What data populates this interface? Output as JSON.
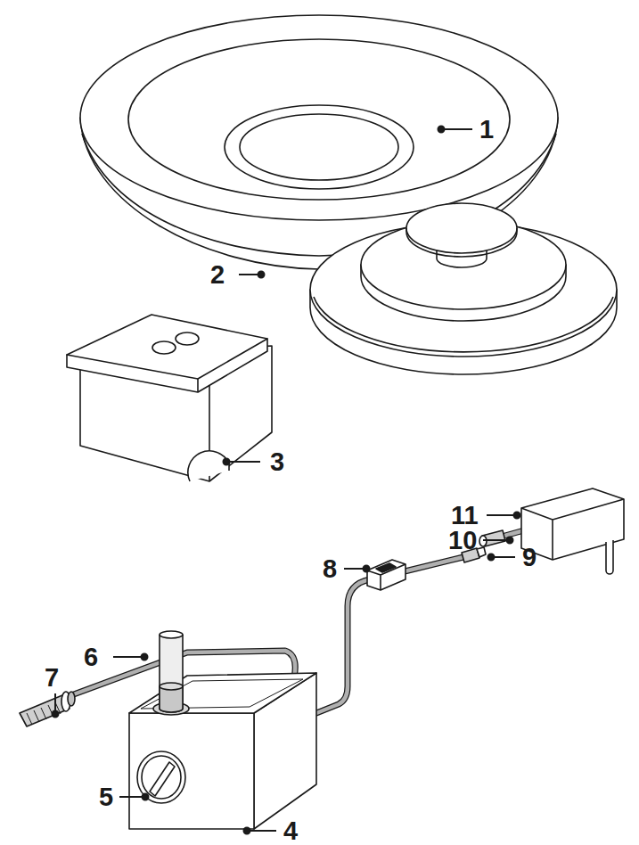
{
  "diagram": {
    "labels": [
      "1",
      "2",
      "3",
      "11",
      "10",
      "9",
      "8",
      "6",
      "7",
      "5",
      "4"
    ]
  }
}
